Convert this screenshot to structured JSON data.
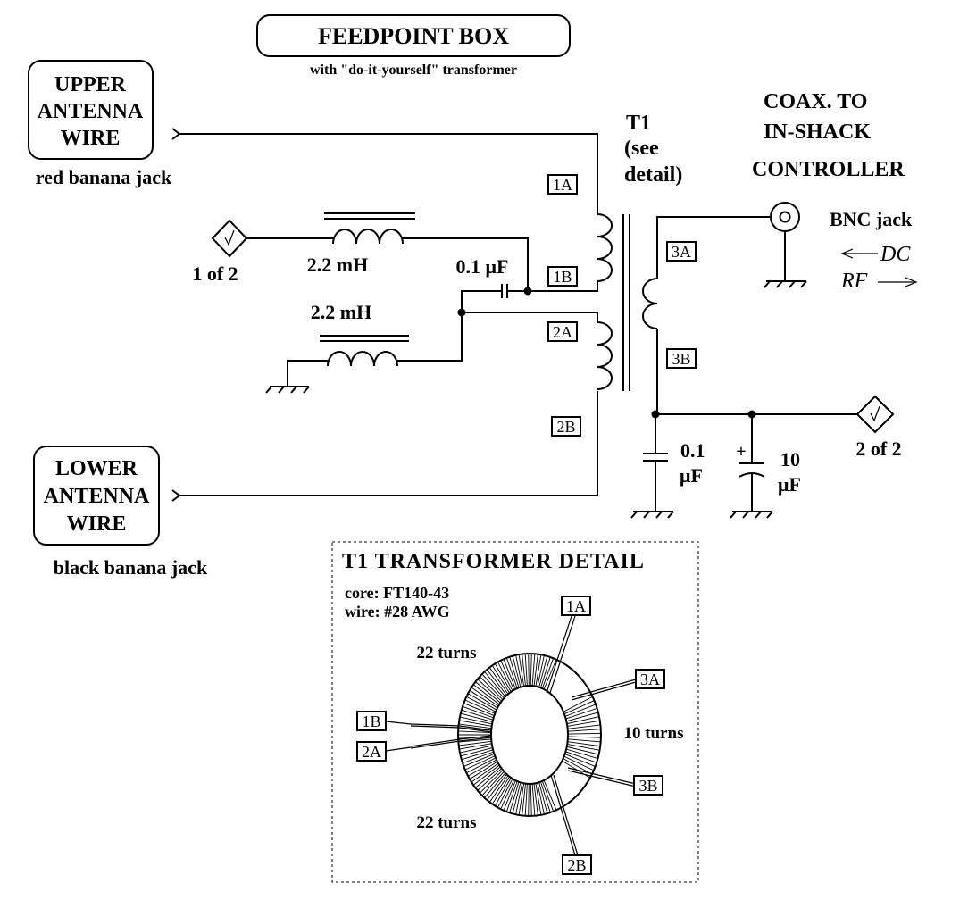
{
  "title": "FEEDPOINT BOX",
  "subtitle": "with \"do-it-yourself\" transformer",
  "upper_wire": {
    "line1": "UPPER",
    "line2": "ANTENNA",
    "line3": "WIRE",
    "jack": "red banana jack"
  },
  "lower_wire": {
    "line1": "LOWER",
    "line2": "ANTENNA",
    "line3": "WIRE",
    "jack": "black banana jack"
  },
  "t1": {
    "name": "T1",
    "note_line1": "(see",
    "note_line2": "detail)"
  },
  "coax": {
    "line1": "COAX.  TO",
    "line2": "IN-SHACK",
    "line3": "CONTROLLER"
  },
  "bnc_label": "BNC jack",
  "dc_label": "DC",
  "rf_label": "RF",
  "terminals": {
    "a1": "1A",
    "b1": "1B",
    "a2": "2A",
    "b2": "2B",
    "a3": "3A",
    "b3": "3B"
  },
  "connector_1": "1 of 2",
  "connector_2": "2 of 2",
  "choke_1": "2.2 mH",
  "choke_2": "2.2 mH",
  "cap_coupling": "0.1 μF",
  "cap_bypass": {
    "line1": "0.1",
    "line2": "μF"
  },
  "cap_electrolytic": {
    "line1": "10",
    "line2": "μF",
    "polarity": "+"
  },
  "detail": {
    "title": "T1  TRANSFORMER  DETAIL",
    "core": "core: FT140-43",
    "wire": "wire: #28 AWG",
    "turns_top": "22 turns",
    "turns_right": "10 turns",
    "turns_bottom": "22 turns"
  },
  "icons": [
    "ground-icon",
    "inductor-icon",
    "capacitor-icon",
    "bnc-connector-icon",
    "off-page-connector-icon",
    "toroid-icon"
  ]
}
